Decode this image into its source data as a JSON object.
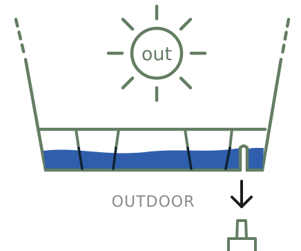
{
  "sun": {
    "label": "out",
    "icon": "sun-icon"
  },
  "location_label": "OUTDOOR",
  "icons": {
    "down_arrow": "arrow-down-icon",
    "drain": "drain-spout-icon",
    "bin": "planter-bin-icon",
    "water": "water-reservoir"
  },
  "colors": {
    "outline": "#647d63",
    "water": "#2f5fac",
    "arrow": "#1b1b1b",
    "label": "#8a8a8a"
  }
}
